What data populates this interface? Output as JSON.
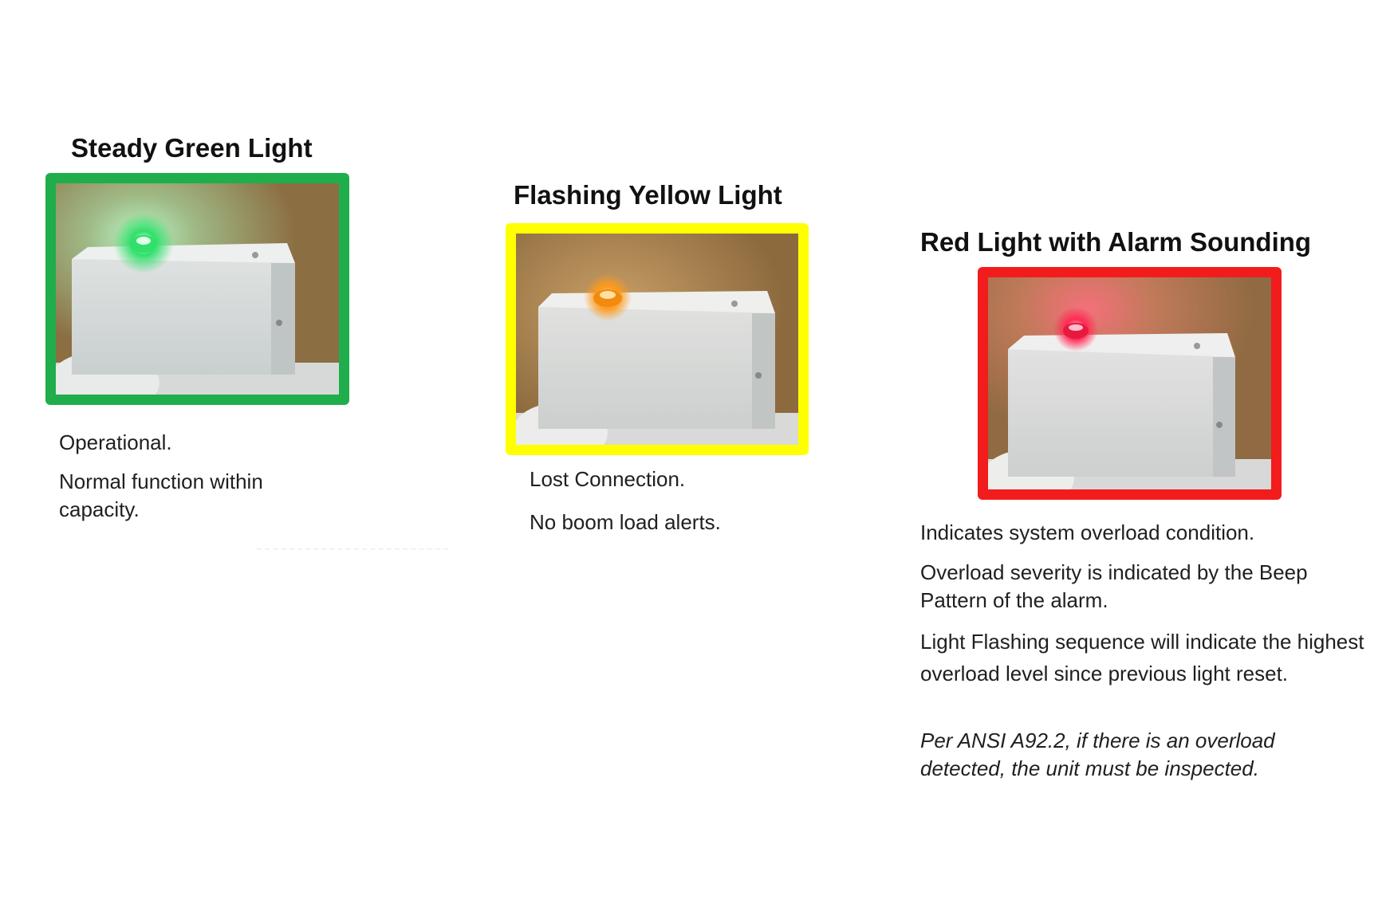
{
  "panels": [
    {
      "title": "Steady Green Light",
      "frame_color": "#1fae4b",
      "light_color": "#31e06a",
      "glow_color": "#7dffb0",
      "lines": [
        "Operational.",
        "Normal function within capacity."
      ]
    },
    {
      "title": "Flashing Yellow Light",
      "frame_color": "#ffff00",
      "light_color": "#ff9a1a",
      "glow_color": "#ffd27a",
      "lines": [
        "Lost Connection.",
        "No boom load alerts."
      ]
    },
    {
      "title": "Red Light with Alarm Sounding",
      "frame_color": "#f21c1c",
      "light_color": "#ff2a55",
      "glow_color": "#ff8aa6",
      "lines": [
        "Indicates system overload condition.",
        "Overload severity is indicated by the Beep Pattern of the alarm.",
        "Light Flashing sequence will indicate the highest overload level since previous light reset.",
        "Per ANSI A92.2, if there is an overload detected, the unit must be inspected."
      ]
    }
  ]
}
